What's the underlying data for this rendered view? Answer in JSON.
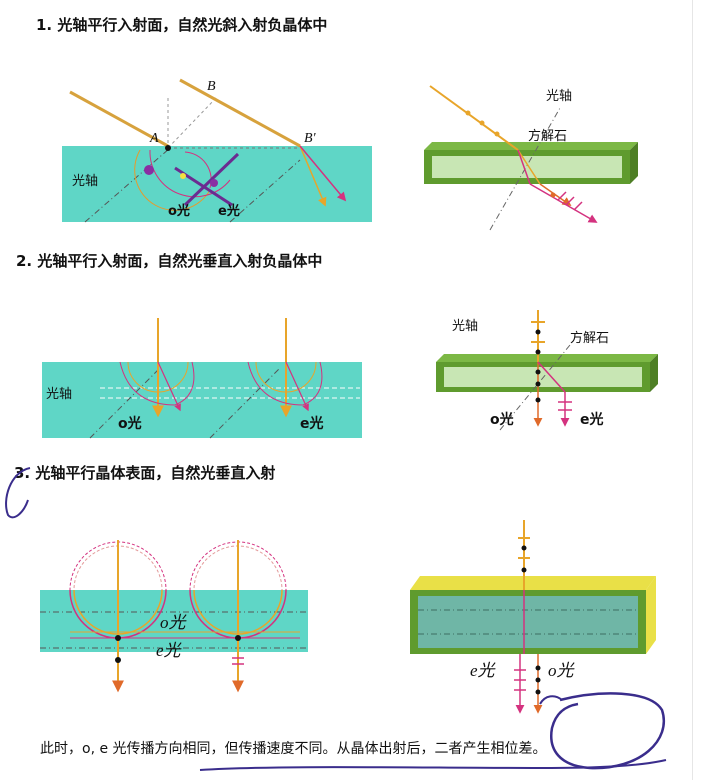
{
  "sections": {
    "s1": {
      "num": "1.",
      "title": "光轴平行入射面，自然光斜入射负晶体中"
    },
    "s2": {
      "num": "2.",
      "title": "光轴平行入射面，自然光垂直入射负晶体中"
    },
    "s3": {
      "num": "3.",
      "title": "光轴平行晶体表面，自然光垂直入射"
    }
  },
  "labels": {
    "axis": "光轴",
    "calcite": "方解石",
    "o_light": "o光",
    "e_light": "e光",
    "point_A": "A",
    "point_B": "B",
    "point_B_prime": "B'"
  },
  "footer": {
    "text": "此时，o, e 光传播方向相同，但传播速度不同。从晶体出射后，二者产生相位差。"
  },
  "colors": {
    "crystal": "#5fd6c6",
    "calcite_green": "#5f9b2e",
    "calcite_inner": "#c8e6b4",
    "calcite_yellow_face": "#e9e047",
    "ray_orange": "#e8a52a",
    "ray_magenta": "#d4327f",
    "annotation_purple": "#3a2d8c"
  }
}
